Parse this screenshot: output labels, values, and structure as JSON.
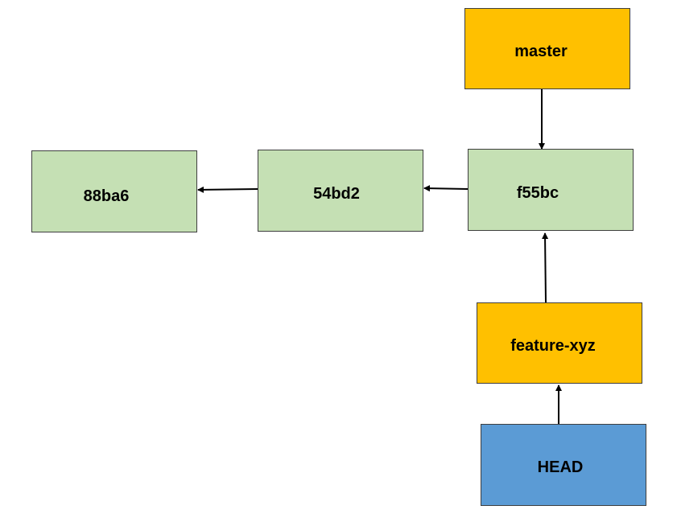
{
  "commits": [
    {
      "id": "88ba6"
    },
    {
      "id": "54bd2"
    },
    {
      "id": "f55bc"
    }
  ],
  "branches": {
    "master": "master",
    "feature": "feature-xyz"
  },
  "head": "HEAD",
  "colors": {
    "commit_fill": "#c5e0b4",
    "branch_fill": "#ffc000",
    "head_fill": "#5b9bd5",
    "border": "#3f3f3f",
    "arrow": "#000000"
  }
}
